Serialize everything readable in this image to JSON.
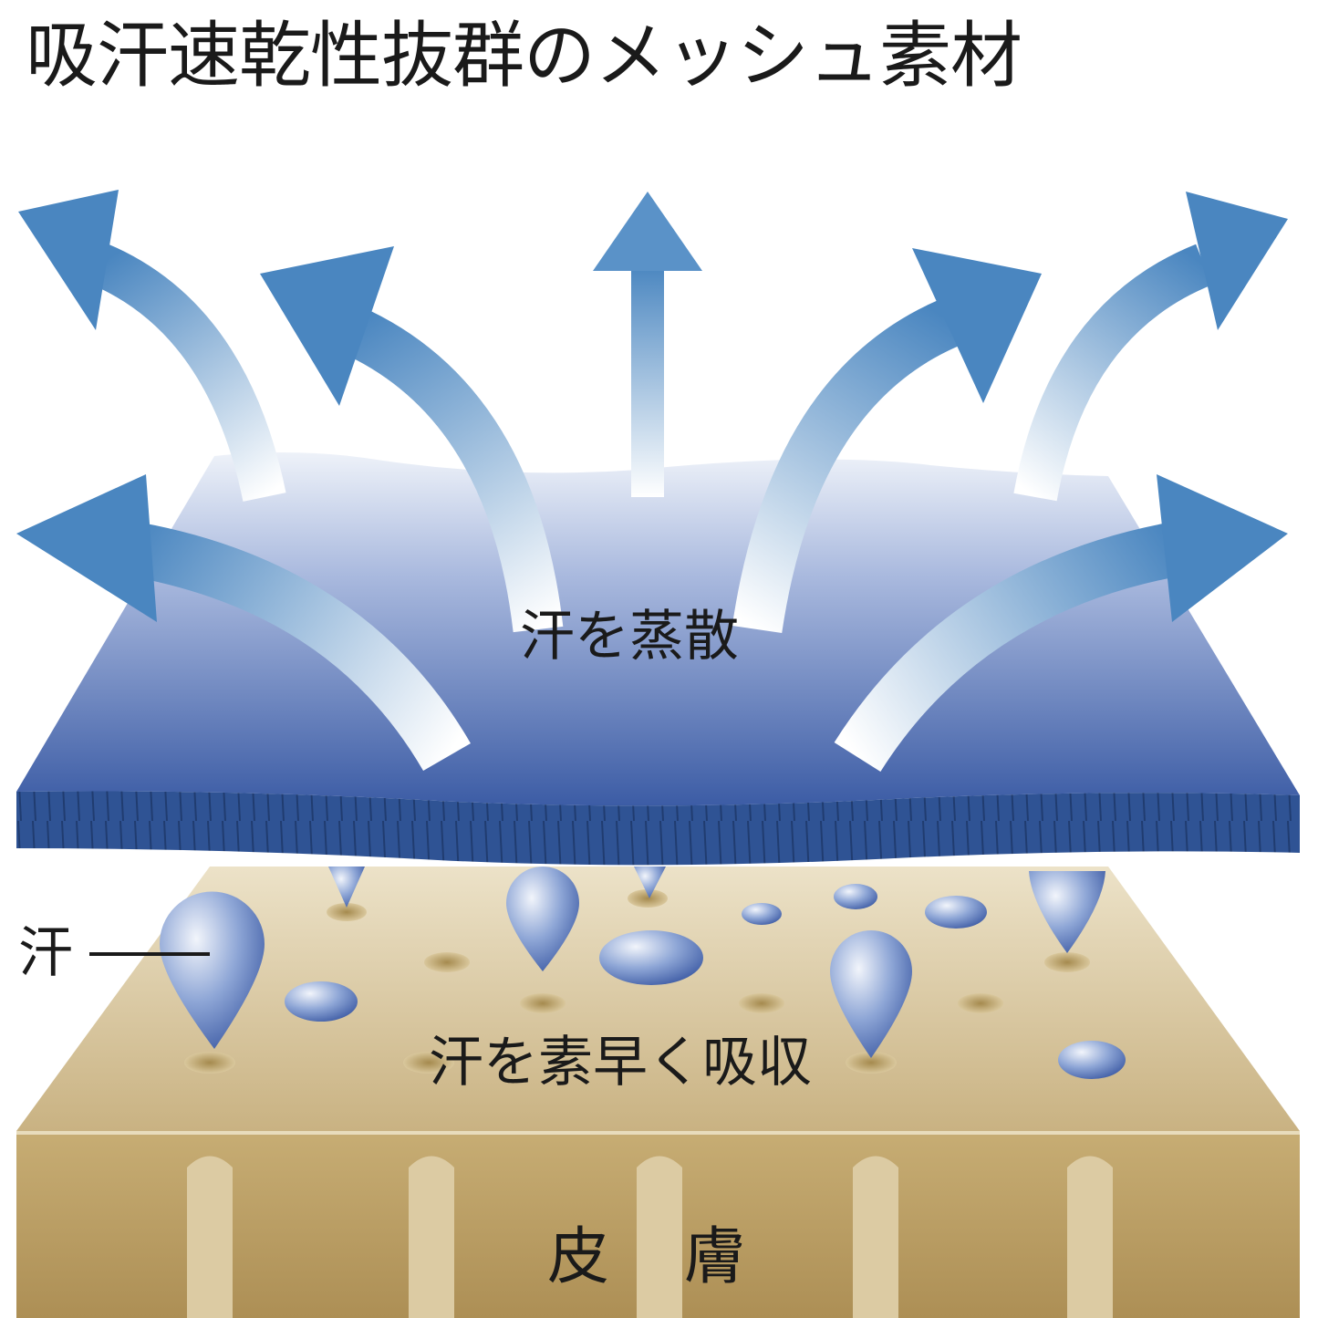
{
  "title": "吸汗速乾性抜群のメッシュ素材",
  "labels": {
    "evaporate": "汗を蒸散",
    "sweat": "汗",
    "absorb": "汗を素早く吸収",
    "skin": "皮 膚"
  },
  "colors": {
    "fabric_top": "#e8eef7",
    "fabric_bottom": "#3d5ea6",
    "fabric_edge": "#2c4c8c",
    "arrow": "#4a86c0",
    "skin_top": "#dccba2",
    "skin_front": "#b99d63",
    "drop": "#5a78b8"
  }
}
